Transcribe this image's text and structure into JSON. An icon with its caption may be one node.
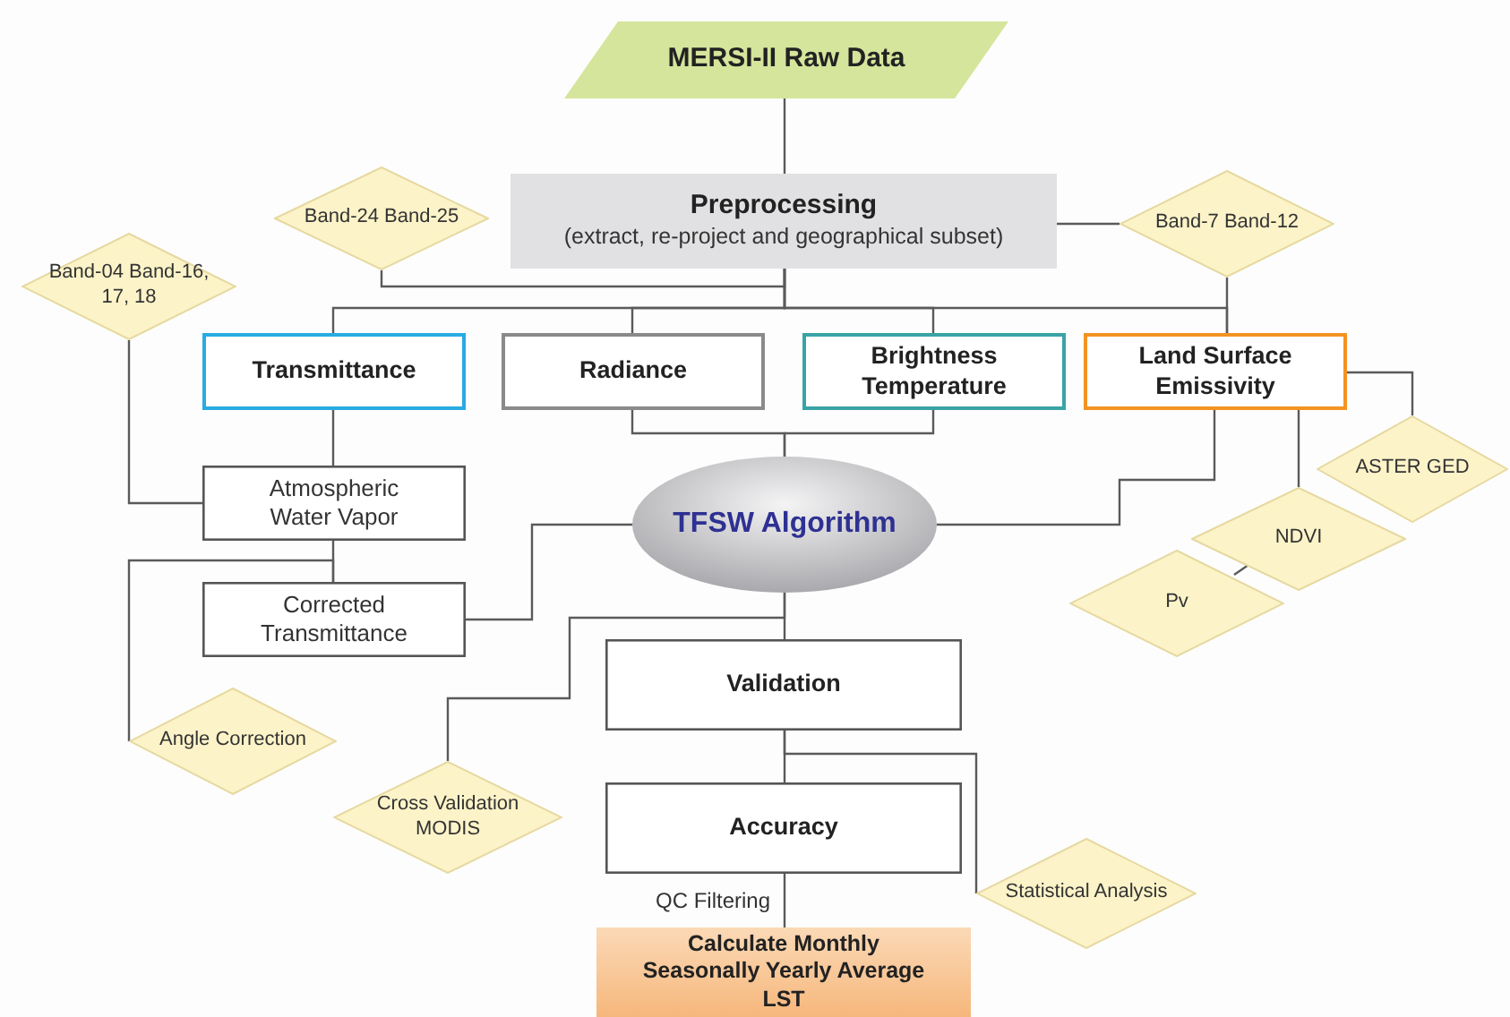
{
  "diagram": {
    "nodes": [
      {
        "text": [
          "MERSI-II Raw Data"
        ]
      },
      {
        "text": [
          "Preprocessing",
          "(extract, re-project and geographical subset)"
        ]
      },
      {
        "text": [
          "Band-24 Band-25"
        ]
      },
      {
        "text": [
          "Band-7 Band-12"
        ]
      },
      {
        "text": [
          "Band-04 Band-16, 17, 18"
        ]
      },
      {
        "text": [
          "Transmittance"
        ]
      },
      {
        "text": [
          "Radiance"
        ]
      },
      {
        "text": [
          "Brightness Temperature"
        ]
      },
      {
        "text": [
          "Land Surface Emissivity"
        ]
      },
      {
        "text": [
          "Atmospheric Water Vapor"
        ]
      },
      {
        "text": [
          "TFSW Algorithm"
        ]
      },
      {
        "text": [
          "ASTER GED"
        ]
      },
      {
        "text": [
          "NDVI"
        ]
      },
      {
        "text": [
          "Pv"
        ]
      },
      {
        "text": [
          "Corrected Transmittance"
        ]
      },
      {
        "text": [
          "Validation"
        ]
      },
      {
        "text": [
          "Angle Correction"
        ]
      },
      {
        "text": [
          "Cross Validation MODIS"
        ]
      },
      {
        "text": [
          "Accuracy"
        ]
      },
      {
        "text": [
          "Statistical Analysis"
        ]
      },
      {
        "text": [
          "Calculate Monthly Seasonally Yearly Average LST"
        ]
      }
    ],
    "edges": [
      {
        "from": 0,
        "to": 1,
        "arrow": "none"
      },
      {
        "from": 1,
        "to": 5,
        "arrow": "none"
      },
      {
        "from": 1,
        "to": 6,
        "arrow": "none"
      },
      {
        "from": 1,
        "to": 7,
        "arrow": "none"
      },
      {
        "from": 1,
        "to": 8,
        "arrow": "none"
      },
      {
        "from": 2,
        "to": 1,
        "arrow": "none"
      },
      {
        "from": 3,
        "to": 1,
        "arrow": "none"
      },
      {
        "from": 3,
        "to": 8,
        "arrow": "none"
      },
      {
        "from": 4,
        "to": 9,
        "arrow": "none"
      },
      {
        "from": 5,
        "to": 9,
        "arrow": "none"
      },
      {
        "from": 9,
        "to": 14,
        "arrow": "none"
      },
      {
        "from": 16,
        "to": 14,
        "arrow": "none"
      },
      {
        "from": 14,
        "to": 10,
        "arrow": "none"
      },
      {
        "from": 6,
        "to": 10,
        "arrow": "none"
      },
      {
        "from": 7,
        "to": 10,
        "arrow": "none"
      },
      {
        "from": 8,
        "to": 10,
        "arrow": "none"
      },
      {
        "from": 8,
        "to": 11,
        "arrow": "none"
      },
      {
        "from": 8,
        "to": 12,
        "arrow": "none"
      },
      {
        "from": 12,
        "to": 13,
        "arrow": "none"
      },
      {
        "from": 10,
        "to": 15,
        "arrow": "none"
      },
      {
        "from": 17,
        "to": 10,
        "arrow": "none"
      },
      {
        "from": 15,
        "to": 18,
        "arrow": "none"
      },
      {
        "from": 19,
        "to": 15,
        "arrow": "none"
      },
      {
        "from": 18,
        "to": 20,
        "label": "QC Filtering",
        "arrow": "none"
      }
    ]
  }
}
